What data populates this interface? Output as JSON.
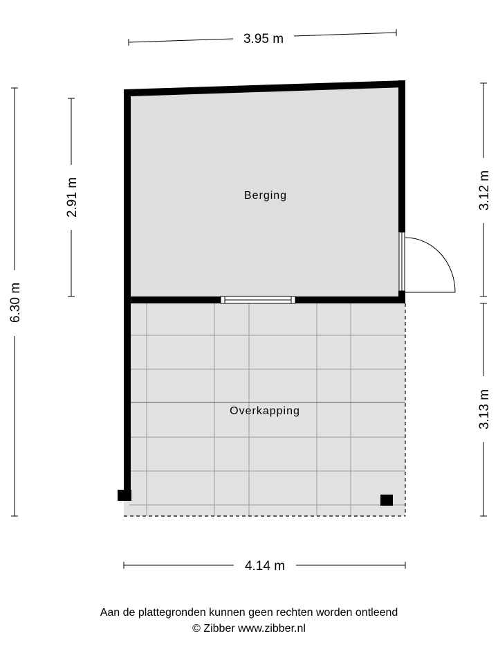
{
  "dimensions": {
    "top_width": "3.95 m",
    "bottom_width": "4.14 m",
    "left_total_height": "6.30 m",
    "left_berging_height": "2.91 m",
    "right_berging_height": "3.12 m",
    "right_overkapping_height": "3.13 m"
  },
  "rooms": {
    "berging": "Berging",
    "overkapping": "Overkapping"
  },
  "footer": {
    "disclaimer": "Aan de plattegronden kunnen geen rechten worden ontleend",
    "copyright": "© Zibber www.zibber.nl"
  },
  "colors": {
    "wall": "#000000",
    "floor": "#e0e0e0",
    "tile_lines": "#9a9a9a",
    "dimension_lines": "#000000"
  }
}
